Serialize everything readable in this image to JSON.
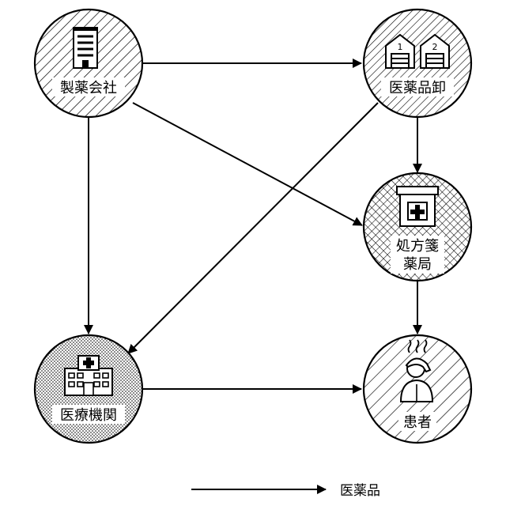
{
  "nodes": {
    "pharma_company": {
      "label": "製薬会社",
      "icon": "office-building-icon",
      "pattern": "diagonal-hatch"
    },
    "wholesaler": {
      "label": "医薬品卸",
      "icon": "warehouse-icon",
      "pattern": "diagonal-hatch-dense",
      "warehouse_numbers": [
        "1",
        "2"
      ]
    },
    "pharmacy": {
      "label_line1": "処方箋",
      "label_line2": "薬局",
      "icon": "medicine-box-icon",
      "pattern": "crosshatch"
    },
    "medical_institution": {
      "label": "医療機関",
      "icon": "hospital-icon",
      "pattern": "dotted"
    },
    "patient": {
      "label": "患者",
      "icon": "sick-person-icon",
      "pattern": "diagonal-hatch-wide"
    }
  },
  "edges": [
    {
      "from": "pharma_company",
      "to": "wholesaler"
    },
    {
      "from": "pharma_company",
      "to": "pharmacy"
    },
    {
      "from": "pharma_company",
      "to": "medical_institution"
    },
    {
      "from": "wholesaler",
      "to": "pharmacy"
    },
    {
      "from": "wholesaler",
      "to": "medical_institution"
    },
    {
      "from": "pharmacy",
      "to": "patient"
    },
    {
      "from": "medical_institution",
      "to": "patient"
    }
  ],
  "legend": {
    "label": "医薬品",
    "icon": "arrow-icon"
  }
}
